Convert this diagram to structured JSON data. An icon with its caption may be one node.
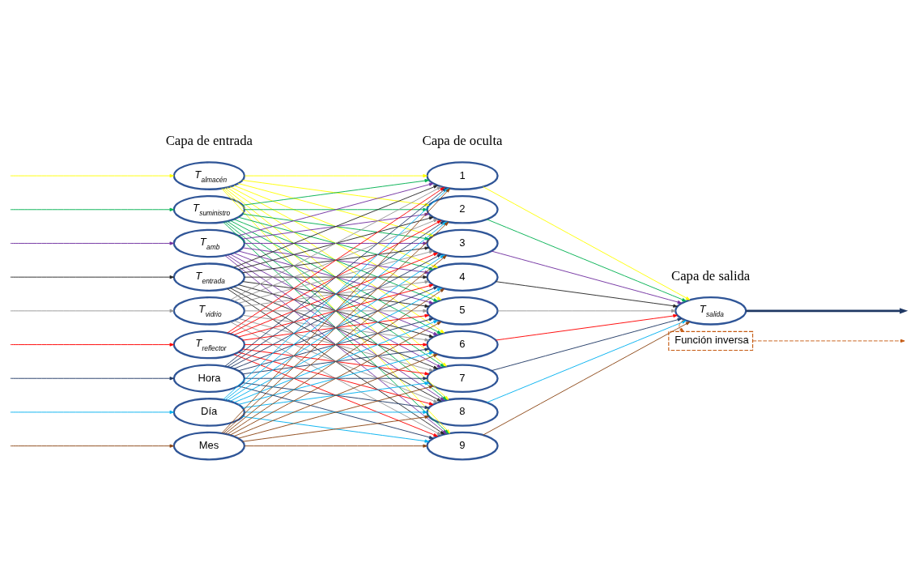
{
  "diagram": {
    "nodes": [
      {
        "text": [
          "T$_{almacén}$"
        ]
      },
      {
        "text": [
          "T$_{suministro}$"
        ]
      },
      {
        "text": [
          "T$_{amb}$"
        ]
      },
      {
        "text": [
          "T$_{entrada}$"
        ]
      },
      {
        "text": [
          "T$_{vidrio}$"
        ]
      },
      {
        "text": [
          "T$_{reflector}$"
        ]
      },
      {
        "text": [
          "Hora"
        ]
      },
      {
        "text": [
          "Día"
        ]
      },
      {
        "text": [
          "Mes"
        ]
      },
      {
        "text": [
          "1"
        ]
      },
      {
        "text": [
          "2"
        ]
      },
      {
        "text": [
          "3"
        ]
      },
      {
        "text": [
          "4"
        ]
      },
      {
        "text": [
          "5"
        ]
      },
      {
        "text": [
          "6"
        ]
      },
      {
        "text": [
          "7"
        ]
      },
      {
        "text": [
          "8"
        ]
      },
      {
        "text": [
          "9"
        ]
      },
      {
        "text": [
          "T$_{salida}$"
        ]
      },
      {
        "text": [
          "Función inversa"
        ]
      }
    ],
    "edges": [
      {
        "from": null,
        "to": 0,
        "arrow": "to",
        "color": "#ffff00"
      },
      {
        "from": null,
        "to": 1,
        "arrow": "to",
        "color": "#00b050"
      },
      {
        "from": null,
        "to": 2,
        "arrow": "to",
        "color": "#7030a0"
      },
      {
        "from": null,
        "to": 3,
        "arrow": "to",
        "color": "#262626"
      },
      {
        "from": null,
        "to": 4,
        "arrow": "to",
        "color": "#969696"
      },
      {
        "from": null,
        "to": 5,
        "arrow": "to",
        "color": "#ff0000"
      },
      {
        "from": null,
        "to": 6,
        "arrow": "to",
        "color": "#1f3864"
      },
      {
        "from": null,
        "to": 7,
        "arrow": "to",
        "color": "#00b0f0"
      },
      {
        "from": null,
        "to": 8,
        "arrow": "to",
        "color": "#8b4513"
      },
      {
        "from": 0,
        "to": 9,
        "arrow": "to",
        "color": "#ffff00"
      },
      {
        "from": 0,
        "to": 10,
        "arrow": "to",
        "color": "#ffff00"
      },
      {
        "from": 0,
        "to": 11,
        "arrow": "to",
        "color": "#ffff00"
      },
      {
        "from": 0,
        "to": 12,
        "arrow": "to",
        "color": "#ffff00"
      },
      {
        "from": 0,
        "to": 13,
        "arrow": "to",
        "color": "#ffff00"
      },
      {
        "from": 0,
        "to": 14,
        "arrow": "to",
        "color": "#ffff00"
      },
      {
        "from": 0,
        "to": 15,
        "arrow": "to",
        "color": "#ffff00"
      },
      {
        "from": 0,
        "to": 16,
        "arrow": "to",
        "color": "#ffff00"
      },
      {
        "from": 0,
        "to": 17,
        "arrow": "to",
        "color": "#ffff00"
      },
      {
        "from": 1,
        "to": 9,
        "arrow": "to",
        "color": "#00b050"
      },
      {
        "from": 1,
        "to": 10,
        "arrow": "to",
        "color": "#00b050"
      },
      {
        "from": 1,
        "to": 11,
        "arrow": "to",
        "color": "#00b050"
      },
      {
        "from": 1,
        "to": 12,
        "arrow": "to",
        "color": "#00b050"
      },
      {
        "from": 1,
        "to": 13,
        "arrow": "to",
        "color": "#00b050"
      },
      {
        "from": 1,
        "to": 14,
        "arrow": "to",
        "color": "#00b050"
      },
      {
        "from": 1,
        "to": 15,
        "arrow": "to",
        "color": "#00b050"
      },
      {
        "from": 1,
        "to": 16,
        "arrow": "to",
        "color": "#00b050"
      },
      {
        "from": 1,
        "to": 17,
        "arrow": "to",
        "color": "#00b050"
      },
      {
        "from": 2,
        "to": 9,
        "arrow": "to",
        "color": "#7030a0"
      },
      {
        "from": 2,
        "to": 10,
        "arrow": "to",
        "color": "#7030a0"
      },
      {
        "from": 2,
        "to": 11,
        "arrow": "to",
        "color": "#7030a0"
      },
      {
        "from": 2,
        "to": 12,
        "arrow": "to",
        "color": "#7030a0"
      },
      {
        "from": 2,
        "to": 13,
        "arrow": "to",
        "color": "#7030a0"
      },
      {
        "from": 2,
        "to": 14,
        "arrow": "to",
        "color": "#7030a0"
      },
      {
        "from": 2,
        "to": 15,
        "arrow": "to",
        "color": "#7030a0"
      },
      {
        "from": 2,
        "to": 16,
        "arrow": "to",
        "color": "#7030a0"
      },
      {
        "from": 2,
        "to": 17,
        "arrow": "to",
        "color": "#7030a0"
      },
      {
        "from": 3,
        "to": 9,
        "arrow": "to",
        "color": "#262626"
      },
      {
        "from": 3,
        "to": 10,
        "arrow": "to",
        "color": "#262626"
      },
      {
        "from": 3,
        "to": 11,
        "arrow": "to",
        "color": "#262626"
      },
      {
        "from": 3,
        "to": 12,
        "arrow": "to",
        "color": "#262626"
      },
      {
        "from": 3,
        "to": 13,
        "arrow": "to",
        "color": "#262626"
      },
      {
        "from": 3,
        "to": 14,
        "arrow": "to",
        "color": "#262626"
      },
      {
        "from": 3,
        "to": 15,
        "arrow": "to",
        "color": "#262626"
      },
      {
        "from": 3,
        "to": 16,
        "arrow": "to",
        "color": "#262626"
      },
      {
        "from": 3,
        "to": 17,
        "arrow": "to",
        "color": "#262626"
      },
      {
        "from": 4,
        "to": 9,
        "arrow": "to",
        "color": "#969696"
      },
      {
        "from": 4,
        "to": 10,
        "arrow": "to",
        "color": "#969696"
      },
      {
        "from": 4,
        "to": 11,
        "arrow": "to",
        "color": "#969696"
      },
      {
        "from": 4,
        "to": 12,
        "arrow": "to",
        "color": "#969696"
      },
      {
        "from": 4,
        "to": 13,
        "arrow": "to",
        "color": "#969696"
      },
      {
        "from": 4,
        "to": 14,
        "arrow": "to",
        "color": "#969696"
      },
      {
        "from": 4,
        "to": 15,
        "arrow": "to",
        "color": "#969696"
      },
      {
        "from": 4,
        "to": 16,
        "arrow": "to",
        "color": "#969696"
      },
      {
        "from": 4,
        "to": 17,
        "arrow": "to",
        "color": "#969696"
      },
      {
        "from": 5,
        "to": 9,
        "arrow": "to",
        "color": "#ff0000"
      },
      {
        "from": 5,
        "to": 10,
        "arrow": "to",
        "color": "#ff0000"
      },
      {
        "from": 5,
        "to": 11,
        "arrow": "to",
        "color": "#ff0000"
      },
      {
        "from": 5,
        "to": 12,
        "arrow": "to",
        "color": "#ff0000"
      },
      {
        "from": 5,
        "to": 13,
        "arrow": "to",
        "color": "#ff0000"
      },
      {
        "from": 5,
        "to": 14,
        "arrow": "to",
        "color": "#ff0000"
      },
      {
        "from": 5,
        "to": 15,
        "arrow": "to",
        "color": "#ff0000"
      },
      {
        "from": 5,
        "to": 16,
        "arrow": "to",
        "color": "#ff0000"
      },
      {
        "from": 5,
        "to": 17,
        "arrow": "to",
        "color": "#ff0000"
      },
      {
        "from": 6,
        "to": 9,
        "arrow": "to",
        "color": "#1f3864"
      },
      {
        "from": 6,
        "to": 10,
        "arrow": "to",
        "color": "#1f3864"
      },
      {
        "from": 6,
        "to": 11,
        "arrow": "to",
        "color": "#1f3864"
      },
      {
        "from": 6,
        "to": 12,
        "arrow": "to",
        "color": "#1f3864"
      },
      {
        "from": 6,
        "to": 13,
        "arrow": "to",
        "color": "#1f3864"
      },
      {
        "from": 6,
        "to": 14,
        "arrow": "to",
        "color": "#1f3864"
      },
      {
        "from": 6,
        "to": 15,
        "arrow": "to",
        "color": "#1f3864"
      },
      {
        "from": 6,
        "to": 16,
        "arrow": "to",
        "color": "#1f3864"
      },
      {
        "from": 6,
        "to": 17,
        "arrow": "to",
        "color": "#1f3864"
      },
      {
        "from": 7,
        "to": 9,
        "arrow": "to",
        "color": "#00b0f0"
      },
      {
        "from": 7,
        "to": 10,
        "arrow": "to",
        "color": "#00b0f0"
      },
      {
        "from": 7,
        "to": 11,
        "arrow": "to",
        "color": "#00b0f0"
      },
      {
        "from": 7,
        "to": 12,
        "arrow": "to",
        "color": "#00b0f0"
      },
      {
        "from": 7,
        "to": 13,
        "arrow": "to",
        "color": "#00b0f0"
      },
      {
        "from": 7,
        "to": 14,
        "arrow": "to",
        "color": "#00b0f0"
      },
      {
        "from": 7,
        "to": 15,
        "arrow": "to",
        "color": "#00b0f0"
      },
      {
        "from": 7,
        "to": 16,
        "arrow": "to",
        "color": "#00b0f0"
      },
      {
        "from": 7,
        "to": 17,
        "arrow": "to",
        "color": "#00b0f0"
      },
      {
        "from": 8,
        "to": 9,
        "arrow": "to",
        "color": "#8b4513"
      },
      {
        "from": 8,
        "to": 10,
        "arrow": "to",
        "color": "#8b4513"
      },
      {
        "from": 8,
        "to": 11,
        "arrow": "to",
        "color": "#8b4513"
      },
      {
        "from": 8,
        "to": 12,
        "arrow": "to",
        "color": "#8b4513"
      },
      {
        "from": 8,
        "to": 13,
        "arrow": "to",
        "color": "#8b4513"
      },
      {
        "from": 8,
        "to": 14,
        "arrow": "to",
        "color": "#8b4513"
      },
      {
        "from": 8,
        "to": 15,
        "arrow": "to",
        "color": "#8b4513"
      },
      {
        "from": 8,
        "to": 16,
        "arrow": "to",
        "color": "#8b4513"
      },
      {
        "from": 8,
        "to": 17,
        "arrow": "to",
        "color": "#8b4513"
      },
      {
        "from": 9,
        "to": 18,
        "arrow": "to",
        "color": "#ffff00"
      },
      {
        "from": 10,
        "to": 18,
        "arrow": "to",
        "color": "#00b050"
      },
      {
        "from": 11,
        "to": 18,
        "arrow": "to",
        "color": "#7030a0"
      },
      {
        "from": 12,
        "to": 18,
        "arrow": "to",
        "color": "#262626"
      },
      {
        "from": 13,
        "to": 18,
        "arrow": "to",
        "color": "#969696"
      },
      {
        "from": 14,
        "to": 18,
        "arrow": "to",
        "color": "#ff0000"
      },
      {
        "from": 15,
        "to": 18,
        "arrow": "to",
        "color": "#1f3864"
      },
      {
        "from": 16,
        "to": 18,
        "arrow": "to",
        "color": "#00b0f0"
      },
      {
        "from": 17,
        "to": 18,
        "arrow": "to",
        "color": "#8b4513"
      },
      {
        "from": 18,
        "to": null,
        "arrow": "to",
        "style": "thick",
        "color": "#1f3864"
      },
      {
        "from": 18,
        "to": 19,
        "arrow": "to",
        "style": "dashed",
        "color": "#c55a11"
      },
      {
        "from": 19,
        "to": null,
        "arrow": "to",
        "style": "dashed",
        "color": "#c55a11"
      }
    ],
    "labels": [
      "Capa de entrada",
      "Capa de oculta",
      "Capa de salida"
    ]
  }
}
